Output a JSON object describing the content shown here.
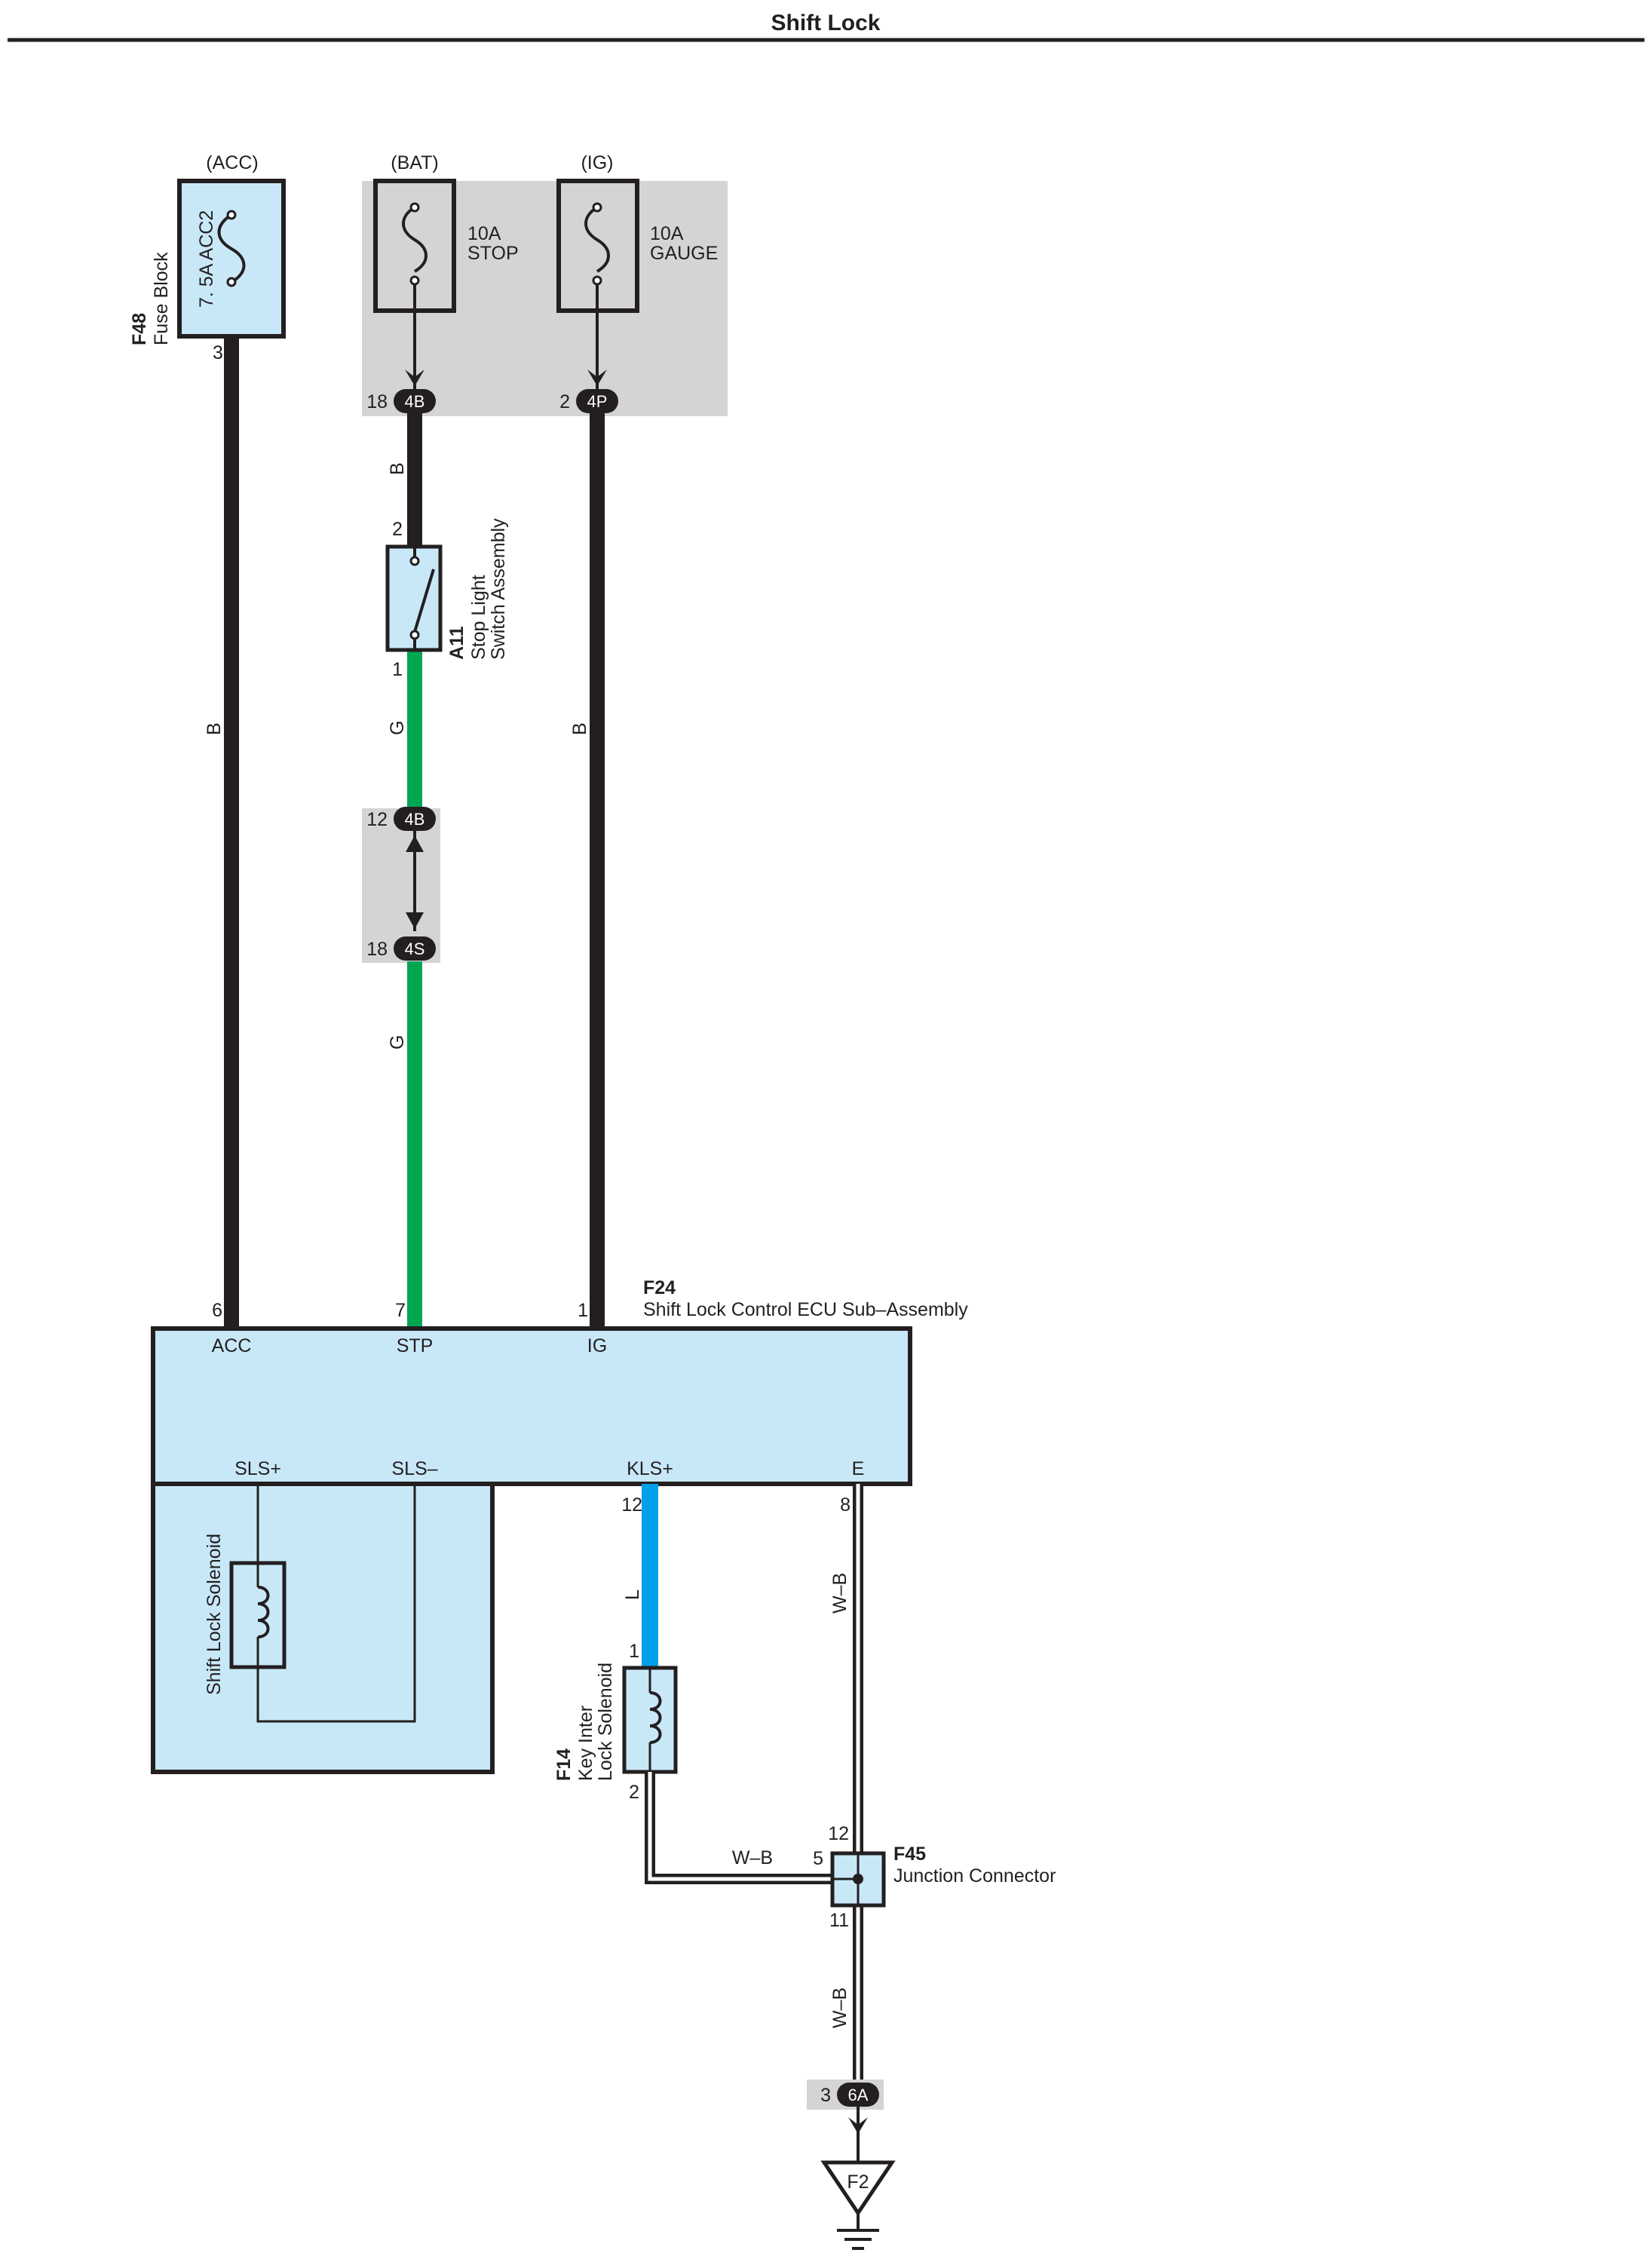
{
  "title": "Shift Lock",
  "colors": {
    "wire_black": "#231f20",
    "wire_green": "#00a651",
    "wire_blue": "#00a0e9",
    "component_fill": "#c8e8f8",
    "junction_block_fill": "#d4d4d4"
  },
  "power_sources": [
    {
      "label": "(ACC)"
    },
    {
      "label": "(BAT)"
    },
    {
      "label": "(IG)"
    }
  ],
  "fuse_block": {
    "code": "F48",
    "name": "Fuse Block",
    "fuse_label": "7. 5A ACC2",
    "pin": "3"
  },
  "fuses": [
    {
      "amp": "10A",
      "name": "STOP"
    },
    {
      "amp": "10A",
      "name": "GAUGE"
    }
  ],
  "connectors": [
    {
      "pin": "18",
      "code": "4B"
    },
    {
      "pin": "2",
      "code": "4P"
    },
    {
      "pin": "12",
      "code": "4B"
    },
    {
      "pin": "18",
      "code": "4S"
    },
    {
      "pin": "3",
      "code": "6A"
    }
  ],
  "wire_labels": {
    "acc_wire": "B",
    "stp_upper": "B",
    "stp_mid": "G",
    "stp_lower": "G",
    "ig_wire": "B",
    "kls_wire": "L",
    "ground_upper": "W–B",
    "key_ground": "W–B",
    "ground_lower": "W–B"
  },
  "stop_switch": {
    "code": "A11",
    "name_line1": "Stop Light",
    "name_line2": "Switch Assembly",
    "pin_top": "2",
    "pin_bottom": "1"
  },
  "ecu": {
    "code": "F24",
    "name": "Shift Lock Control ECU Sub–Assembly",
    "top_pins": [
      {
        "num": "6",
        "label": "ACC"
      },
      {
        "num": "7",
        "label": "STP"
      },
      {
        "num": "1",
        "label": "IG"
      }
    ],
    "bottom_terminals": [
      {
        "label": "SLS+"
      },
      {
        "label": "SLS–"
      },
      {
        "label": "KLS+",
        "num": "12"
      },
      {
        "label": "E",
        "num": "8"
      }
    ]
  },
  "shift_lock_solenoid": {
    "name": "Shift Lock Solenoid"
  },
  "key_solenoid": {
    "code": "F14",
    "name_line1": "Key Inter",
    "name_line2": "Lock Solenoid",
    "pin_top": "1",
    "pin_bottom": "2"
  },
  "junction": {
    "code": "F45",
    "name": "Junction Connector",
    "pin_top": "12",
    "pin_left": "5",
    "pin_bottom": "11"
  },
  "ground": {
    "code": "F2"
  }
}
